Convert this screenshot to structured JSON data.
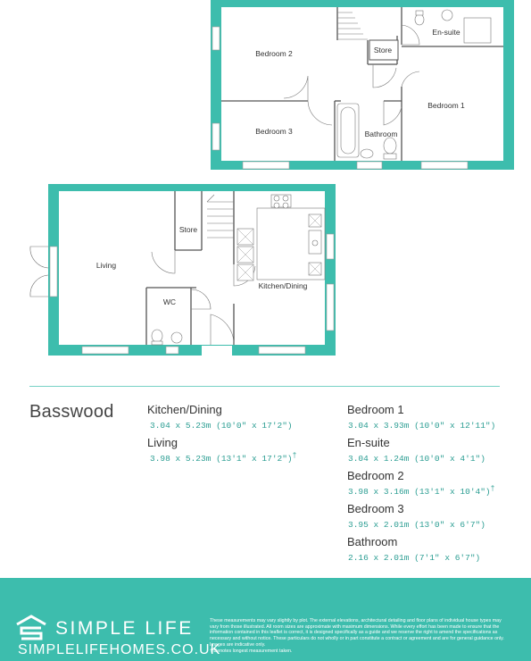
{
  "house_name": "Basswood",
  "first_floor_rooms": {
    "bedroom2": "Bedroom 2",
    "store": "Store",
    "ensuite": "En-suite",
    "bedroom1": "Bedroom 1",
    "bedroom3": "Bedroom 3",
    "bathroom": "Bathroom"
  },
  "ground_floor_rooms": {
    "living": "Living",
    "store": "Store",
    "kitchen": "Kitchen/Dining",
    "wc": "WC"
  },
  "specs_left": [
    {
      "name": "Kitchen/Dining",
      "dims": "3.04 x 5.23m (10'0\" x 17'2\")",
      "mark": ""
    },
    {
      "name": "Living",
      "dims": "3.98 x 5.23m (13'1\" x 17'2\")",
      "mark": "†"
    }
  ],
  "specs_right": [
    {
      "name": "Bedroom 1",
      "dims": "3.04 x 3.93m (10'0\" x 12'11\")",
      "mark": ""
    },
    {
      "name": "En-suite",
      "dims": "3.04 x 1.24m (10'0\" x 4'1\")",
      "mark": ""
    },
    {
      "name": "Bedroom 2",
      "dims": "3.98 x 3.16m (13'1\" x 10'4\")",
      "mark": "†"
    },
    {
      "name": "Bedroom 3",
      "dims": "3.95 x 2.01m (13'0\" x 6'7\")",
      "mark": ""
    },
    {
      "name": "Bathroom",
      "dims": "2.16 x 2.01m (7'1\" x 6'7\")",
      "mark": ""
    }
  ],
  "footer": {
    "brand": "SIMPLE LIFE",
    "website": "SIMPLELIFEHOMES.CO.UK",
    "disclaimer": "These measurements may vary slightly by plot. The external elevations, architectural detailing and floor plans of individual house types may vary from those illustrated. All room sizes are approximate with maximum dimensions. While every effort has been made to ensure that the information contained in this leaflet is correct, it is designed specifically as a guide and we reserve the right to amend the specifications as necessary and without notice. These particulars do not wholly or in part constitute a contract or agreement and are for general guidance only. Images are indicative only.",
    "footnote": "† Denotes longest measurement taken."
  },
  "colors": {
    "wall": "#3dbdad",
    "footer": "#3dbdad",
    "dims_text": "#2a9d92"
  }
}
